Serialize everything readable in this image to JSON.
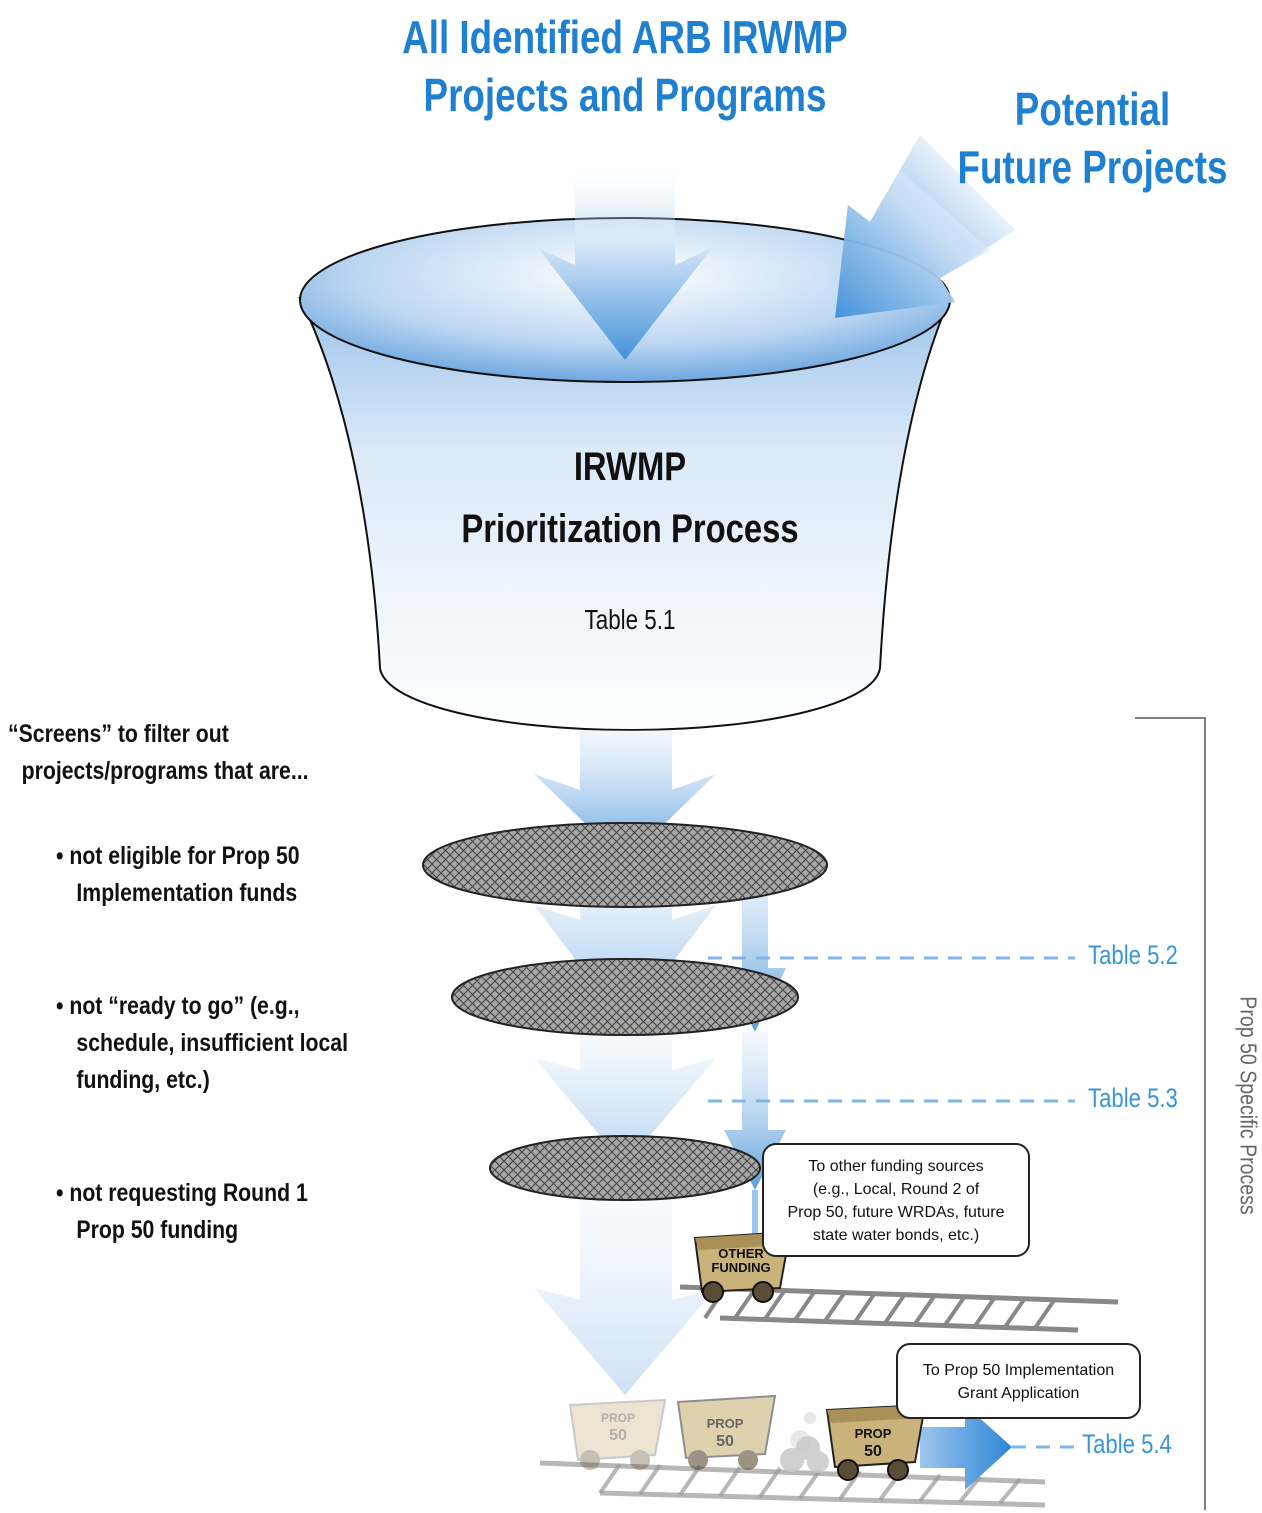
{
  "headings": {
    "inflow_main": [
      "All Identified ARB IRWMP",
      "Projects and Programs"
    ],
    "inflow_future": [
      "Potential",
      "Future Projects"
    ]
  },
  "funnel": {
    "title": [
      "IRWMP",
      "Prioritization Process"
    ],
    "table_ref": "Table 5.1"
  },
  "screens": {
    "intro": [
      "“Screens” to filter out",
      "projects/programs that are..."
    ],
    "items": [
      [
        "• not eligible for Prop 50",
        "Implementation funds"
      ],
      [
        "• not “ready to go” (e.g.,",
        "schedule, insufficient local",
        "funding, etc.)"
      ],
      [
        "• not requesting Round 1",
        "Prop 50 funding"
      ]
    ]
  },
  "table_refs": [
    "Table 5.2",
    "Table 5.3",
    "Table 5.4"
  ],
  "notes": {
    "other_funding": [
      "To other funding sources",
      "(e.g., Local, Round 2 of",
      "Prop 50, future WRDAs, future",
      "state water bonds, etc.)"
    ],
    "prop50": [
      "To Prop 50 Implementation",
      "Grant Application"
    ]
  },
  "carts": {
    "other_funding": [
      "OTHER",
      "FUNDING"
    ],
    "prop50": [
      "PROP",
      "50"
    ]
  },
  "side_label": "Prop 50 Specific Process",
  "colors": {
    "heading_blue": "#1f7fd0",
    "table_ref_blue": "#3a95d6",
    "funnel_light": "#eef5fc",
    "funnel_dark": "#7fb2e0"
  }
}
